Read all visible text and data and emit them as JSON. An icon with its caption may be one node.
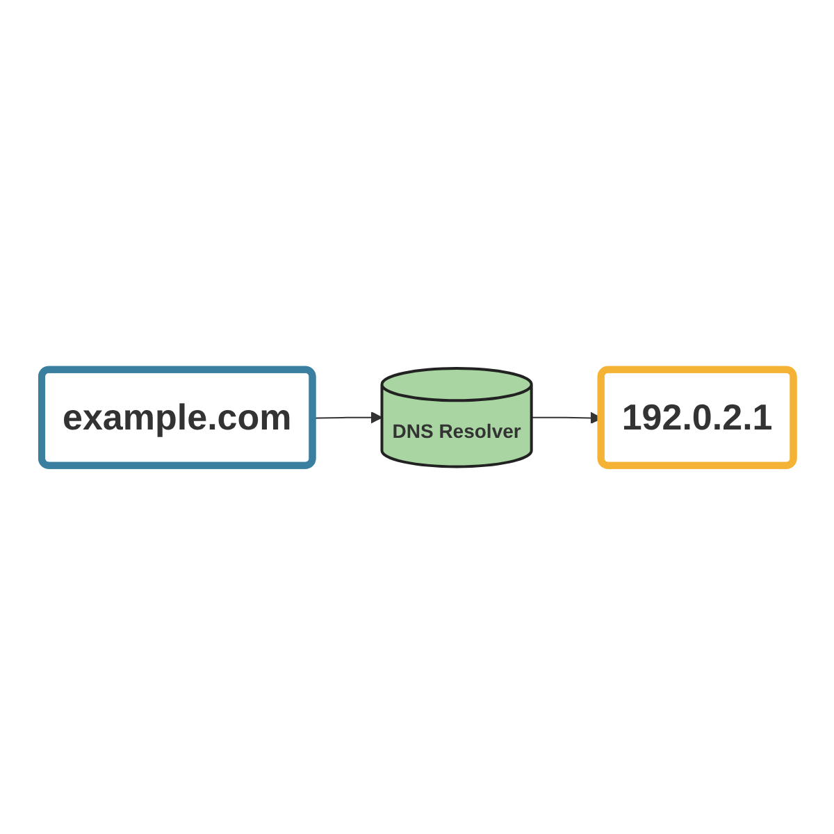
{
  "diagram": {
    "nodes": [
      {
        "text": [
          "example.com"
        ]
      },
      {
        "text": [
          "DNS Resolver"
        ]
      },
      {
        "text": [
          "192.0.2.1"
        ]
      }
    ],
    "edges": [
      {
        "from": 0,
        "to": 1,
        "arrow": "to"
      },
      {
        "from": 1,
        "to": 2,
        "arrow": "to"
      }
    ]
  }
}
